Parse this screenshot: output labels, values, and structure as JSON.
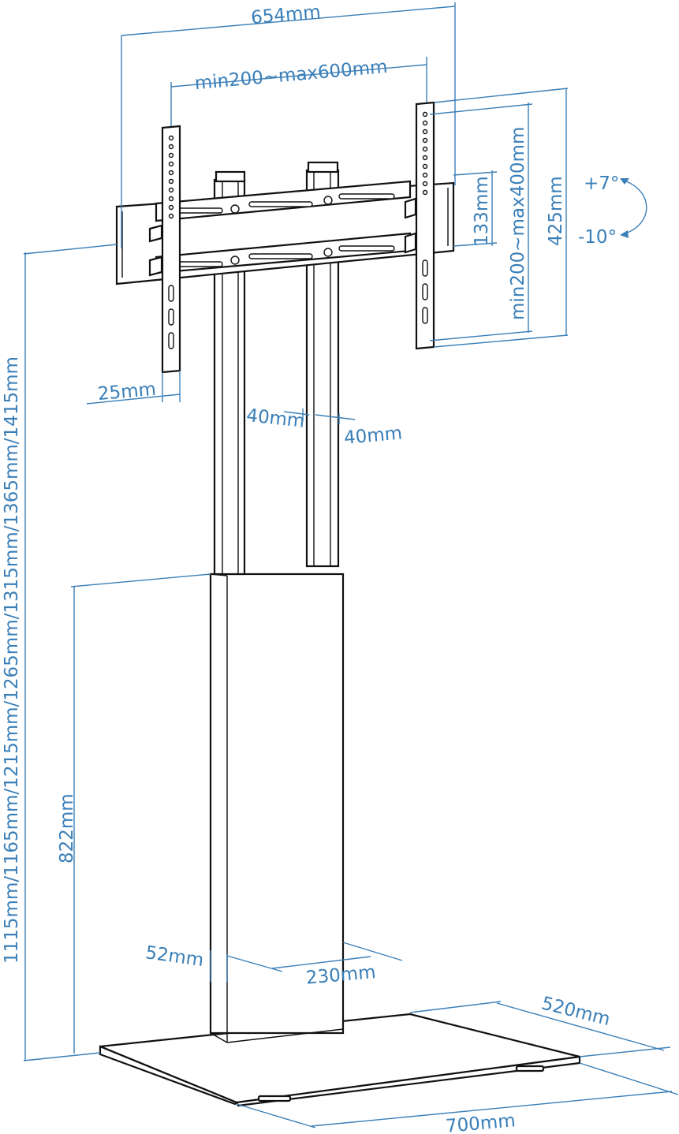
{
  "colors": {
    "dimension": "#3a7fb8",
    "outline": "#111111",
    "background": "#ffffff"
  },
  "dimensions": {
    "overall_width": "654mm",
    "vesa_horizontal": "min200~max600mm",
    "vesa_vertical": "min200~max400mm",
    "bracket_height": "425mm",
    "rail_spacing": "133mm",
    "tilt_up": "+7°",
    "tilt_down": "-10°",
    "arm_width": "25mm",
    "pillar_left": "40mm",
    "pillar_right": "40mm",
    "total_height": "1115mm/1165mm/1215mm/1265mm/1315mm/1365mm/1415mm",
    "column_height": "822mm",
    "column_depth": "52mm",
    "column_width": "230mm",
    "base_depth": "520mm",
    "base_width": "700mm"
  }
}
